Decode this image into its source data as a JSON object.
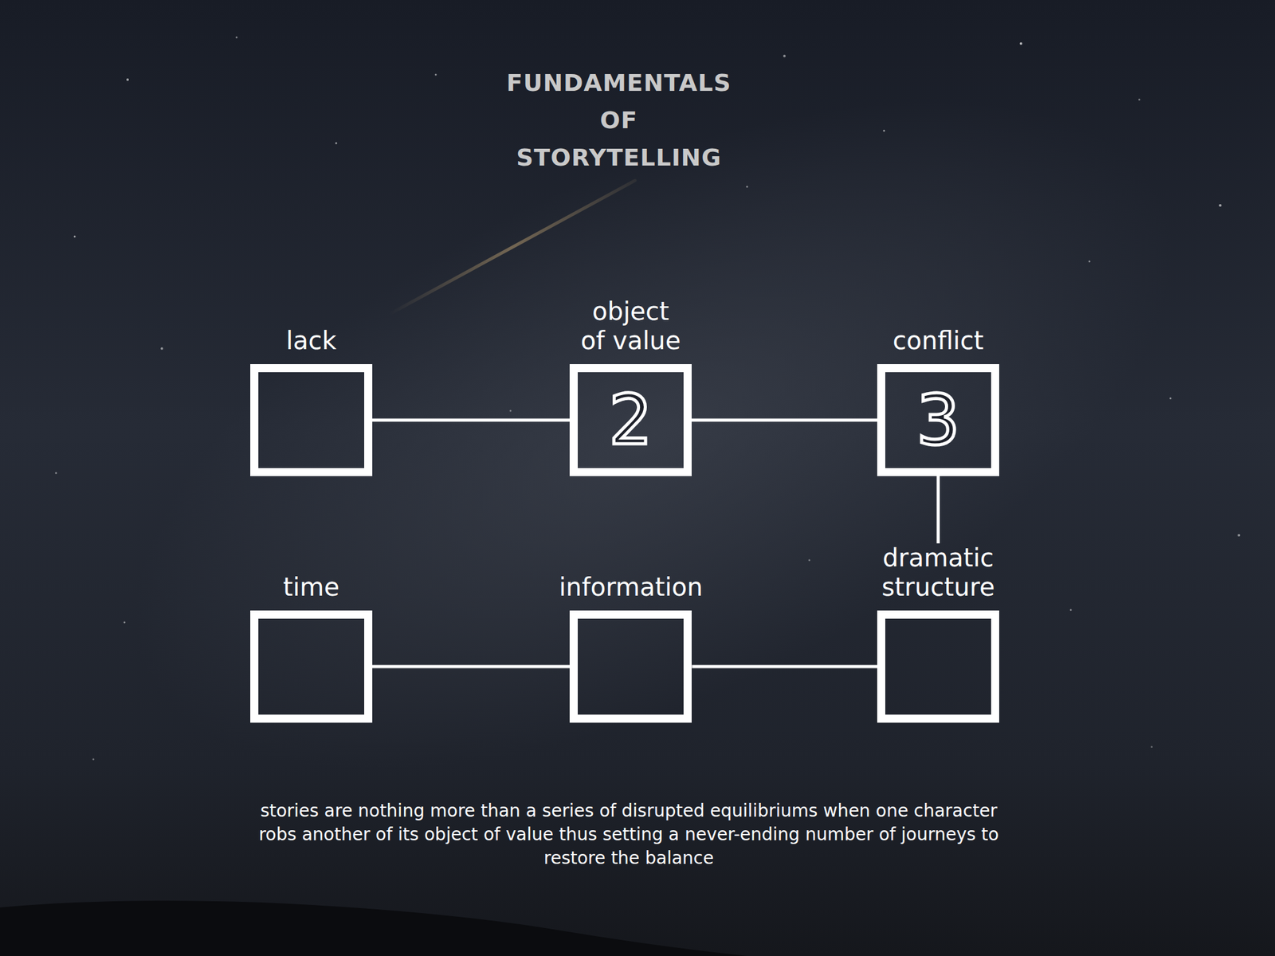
{
  "diagram": {
    "title": "FUNDAMENTALS OF STORYTELLING",
    "caption": "stories are nothing more than a series of disrupted equilibriums when one character robs another of its object of value thus setting a never-ending number of journeys to restore the balance",
    "nodes": [
      {
        "text": [
          "lack"
        ]
      },
      {
        "text": [
          "object of value",
          "2"
        ]
      },
      {
        "text": [
          "conflict",
          "3"
        ]
      },
      {
        "text": [
          "time"
        ]
      },
      {
        "text": [
          "information"
        ]
      },
      {
        "text": [
          "dramatic structure"
        ]
      }
    ],
    "edges": [
      {
        "from": 0,
        "to": 1,
        "arrow": "none"
      },
      {
        "from": 1,
        "to": 2,
        "arrow": "none"
      },
      {
        "from": 2,
        "to": 5,
        "arrow": "none"
      },
      {
        "from": 3,
        "to": 4,
        "arrow": "none"
      },
      {
        "from": 4,
        "to": 5,
        "arrow": "none"
      }
    ]
  }
}
